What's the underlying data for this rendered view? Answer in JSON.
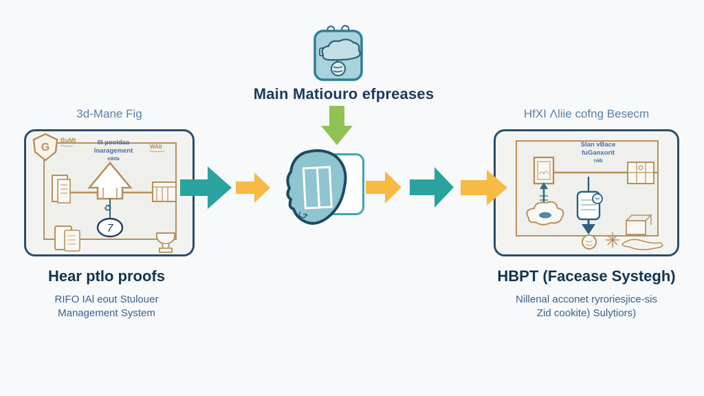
{
  "page": {
    "background": "#f7f9fa"
  },
  "colors": {
    "navy_heading": "#14344f",
    "title_navy": "#1b3a5e",
    "label_blue": "#5d80a4",
    "sub_blue": "#3a618c",
    "inner_note_blue": "#4a6fa0",
    "panel_border": "#2b4d68",
    "panel_fill": "#f3f4f1",
    "sketch_tan": "#b5905a",
    "sketch_blue": "#2d5f80",
    "teal_arrow": "#2aa39e",
    "yellow_arrow": "#f6ba45",
    "green_arrow": "#90c152",
    "top_icon_fill": "#a9d3dc",
    "top_icon_border": "#2f7d96",
    "blob_fill": "#8fc4d1",
    "blob_outline": "#1c4a63",
    "center_box_border": "#3aa7ad"
  },
  "header": {
    "icon": "machine-cloud-badge-icon",
    "title": "Main Matiouro efpreases"
  },
  "flow": {
    "left_panel": {
      "label": "3d-Mane Fig",
      "shield_letter": "G",
      "corner_text_left": "BuMt",
      "corner_text_right": "WAIt",
      "center_text_line1": "0I µooldaa",
      "center_text_line2": "Inaragement",
      "center_text_line3": "cŵda",
      "circle_value": "7",
      "icons": [
        "shield-g-icon",
        "document-stack-icon",
        "warehouse-icon",
        "house-up-arrow-icon",
        "recycle-icon",
        "files-icon",
        "trophy-icon",
        "numbered-circle"
      ]
    },
    "center": {
      "icon": "window-blob-icon"
    },
    "right_panel": {
      "label": "HfXI Λliie cofng Besecm",
      "center_text_line1": "Slan vBace",
      "center_text_line2": "fuGanxorit",
      "center_text_line3": "тŵb",
      "icons": [
        "picture-frame-icon",
        "cabinet-grid-icon",
        "up-down-arrow-icon",
        "cloud-icon",
        "jar-document-icon",
        "down-arrow-icon",
        "coin-icon",
        "starburst-icon",
        "box-sketch-icon",
        "scribble-icon"
      ]
    },
    "arrow_sequence": [
      "teal",
      "yellow",
      "yellow",
      "teal",
      "yellow"
    ]
  },
  "captions": {
    "left": {
      "heading": "Hear ptlo proofs",
      "line1": "RIFO IAl eout Stulouer",
      "line2": "Management System"
    },
    "right": {
      "heading": "HBPT (Facease Systegh)",
      "line1": "Nillenal acconet ryroriesjice-sis",
      "line2": "Zid cookite) Sulytiors)"
    }
  }
}
